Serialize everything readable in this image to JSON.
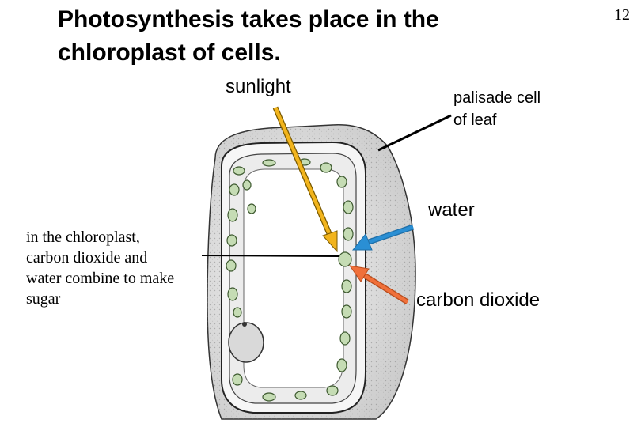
{
  "title": "Photosynthesis takes place in the chloroplast of cells.",
  "slide_number": "12",
  "labels": {
    "sunlight": "sunlight",
    "palisade_line1": "palisade cell",
    "palisade_line2": "of leaf",
    "water": "water",
    "carbon_dioxide": "carbon dioxide",
    "chloroplast_note": "in the chloroplast, carbon dioxide and water combine to make sugar"
  },
  "colors": {
    "sunlight_arrow": "#f2b41c",
    "water_arrow": "#2a8fd4",
    "co2_arrow": "#f0703a",
    "chloroplast_fill": "#c5dcb4",
    "chloroplast_stroke": "#3e5a30"
  }
}
